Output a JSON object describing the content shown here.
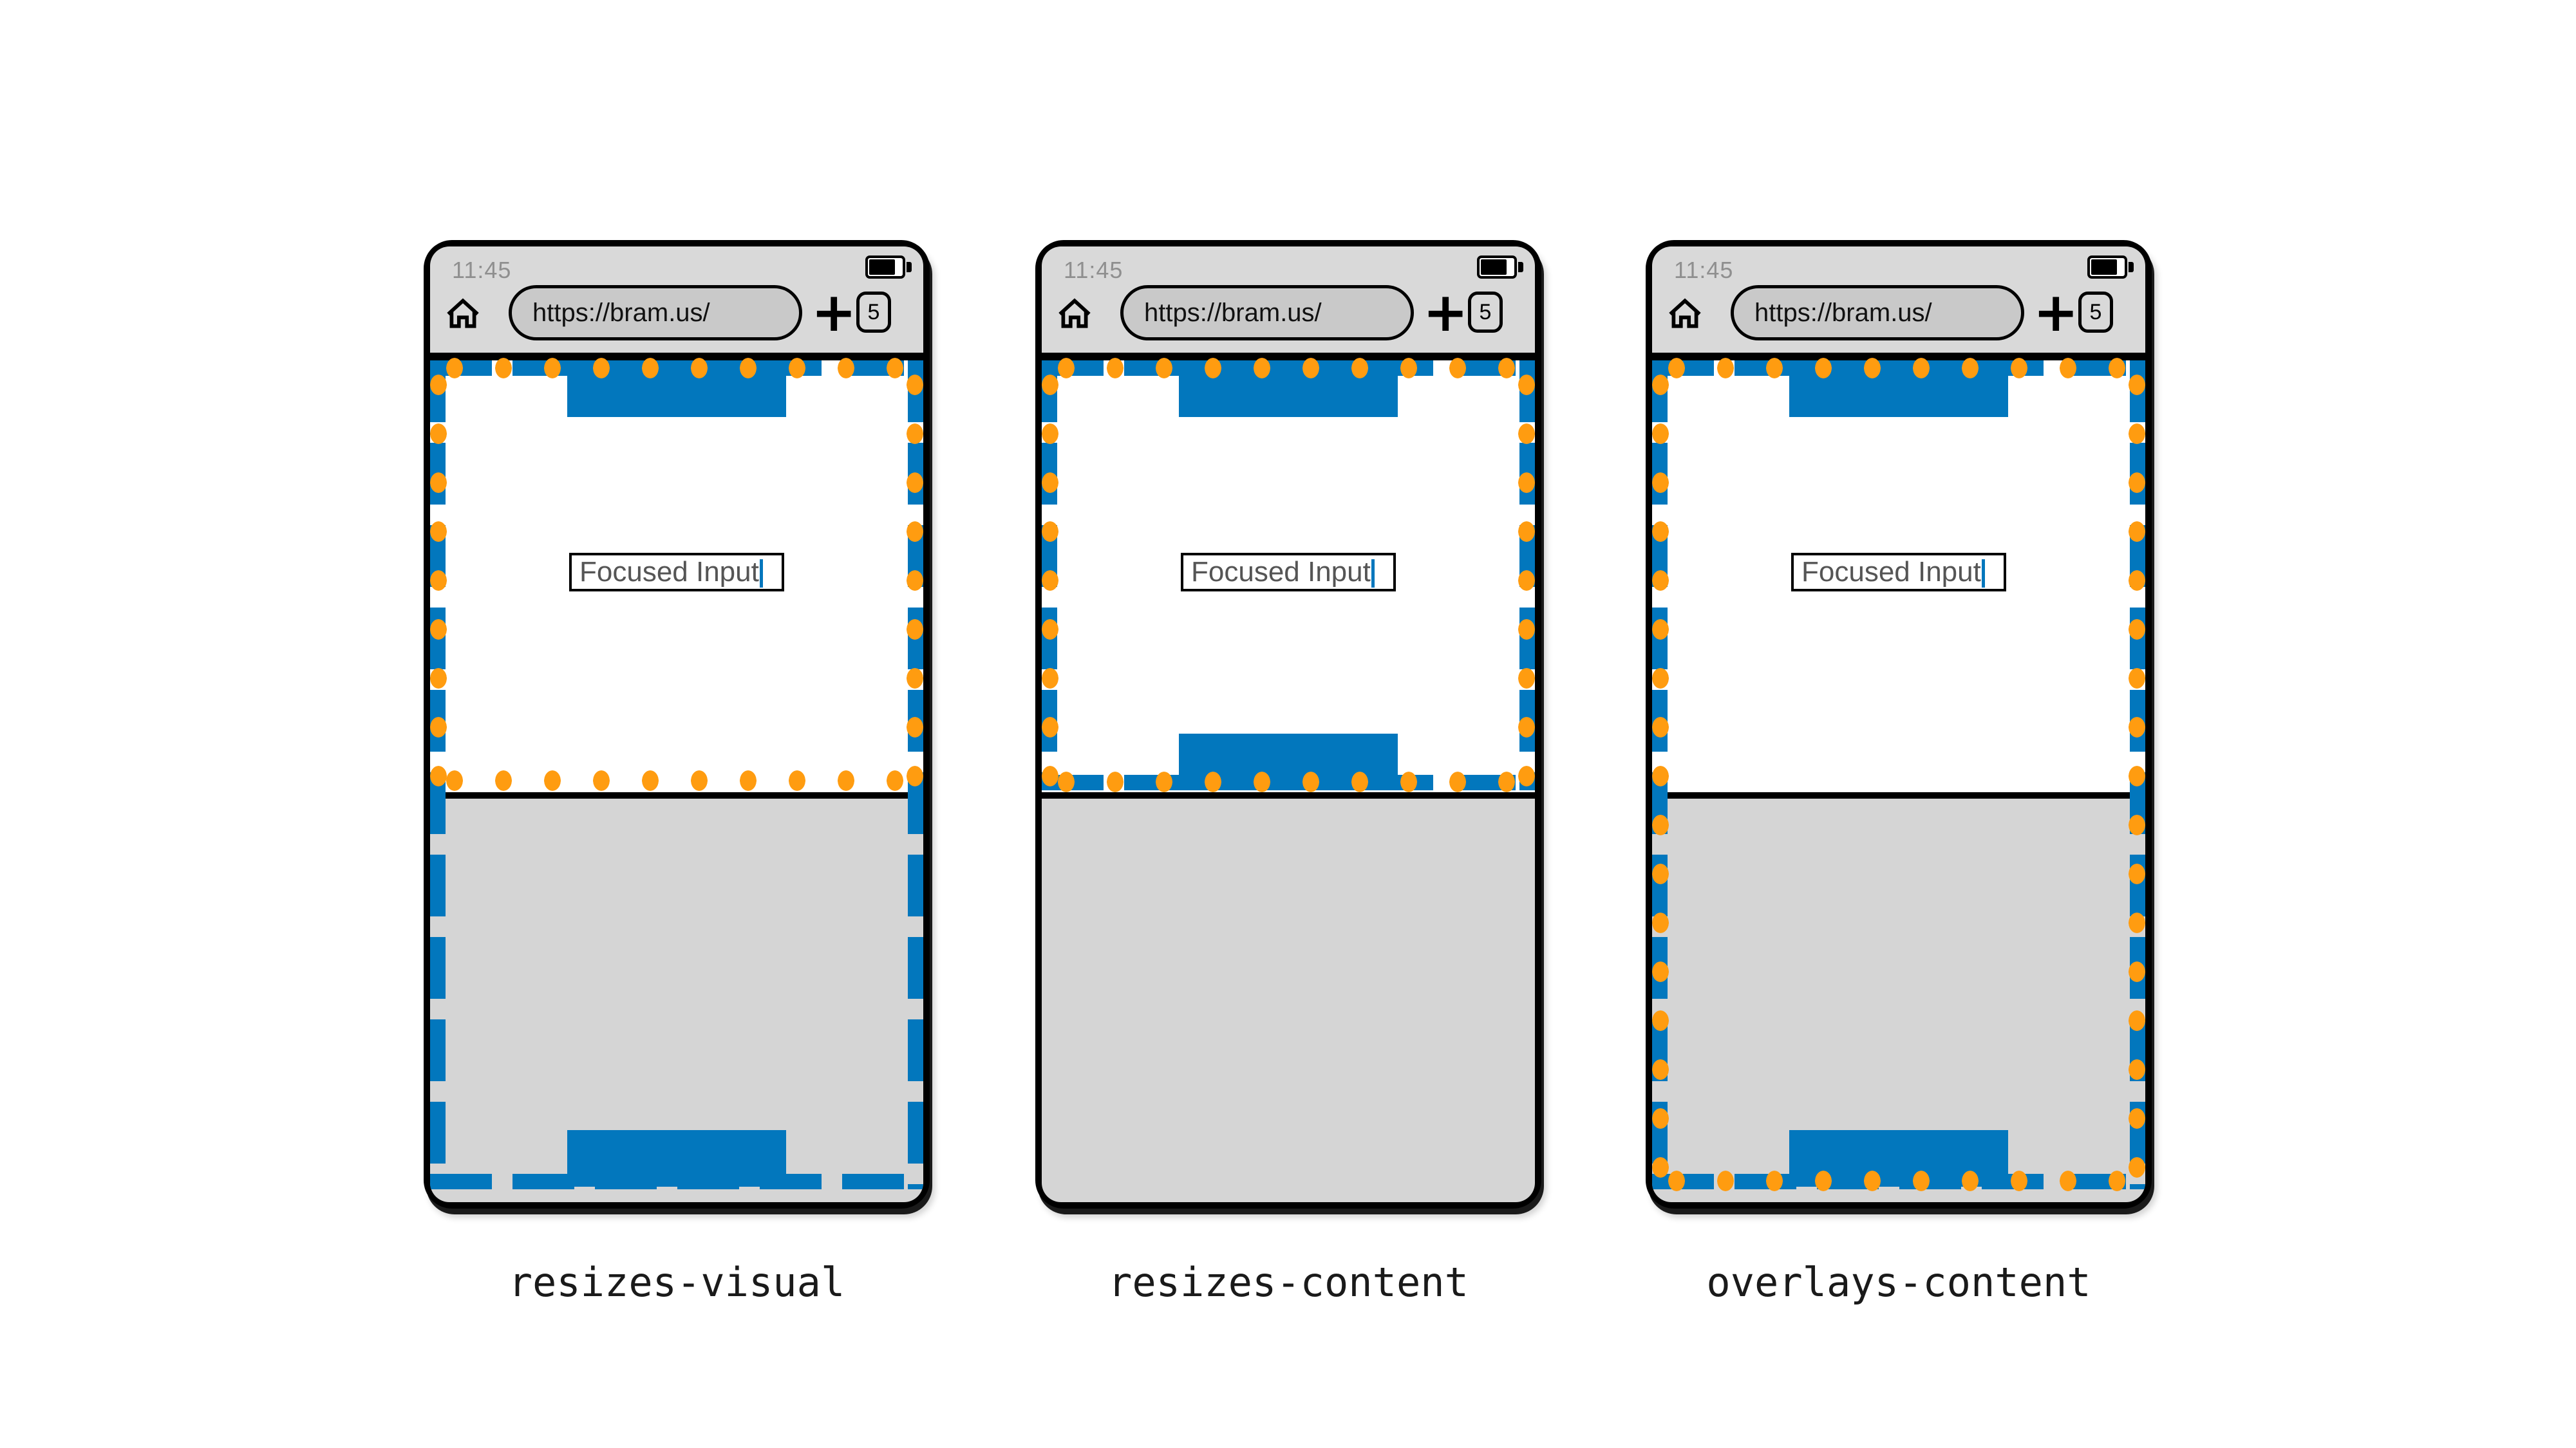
{
  "colors": {
    "blue": "#0277bd",
    "orange": "#ff9c10",
    "chrome": "#d9d9d9",
    "keyboard": "#d5d5d5",
    "pill": "#c9c9c9",
    "time": "#8f8f8f",
    "input_text": "#555555",
    "label": "#1a1a1a"
  },
  "icons": {
    "home": "house-outline",
    "battery": "battery-full",
    "caret": "text-cursor-bar"
  },
  "phones": [
    {
      "label": "resizes-visual",
      "statusbar": {
        "time": "11:45"
      },
      "urlbar": {
        "url": "https://bram.us/",
        "new_tab_label": "+",
        "tab_count": "5"
      },
      "page": {
        "input_value": "Focused Input"
      }
    },
    {
      "label": "resizes-content",
      "statusbar": {
        "time": "11:45"
      },
      "urlbar": {
        "url": "https://bram.us/",
        "new_tab_label": "+",
        "tab_count": "5"
      },
      "page": {
        "input_value": "Focused Input"
      }
    },
    {
      "label": "overlays-content",
      "statusbar": {
        "time": "11:45"
      },
      "urlbar": {
        "url": "https://bram.us/",
        "new_tab_label": "+",
        "tab_count": "5"
      },
      "page": {
        "input_value": "Focused Input"
      }
    }
  ]
}
